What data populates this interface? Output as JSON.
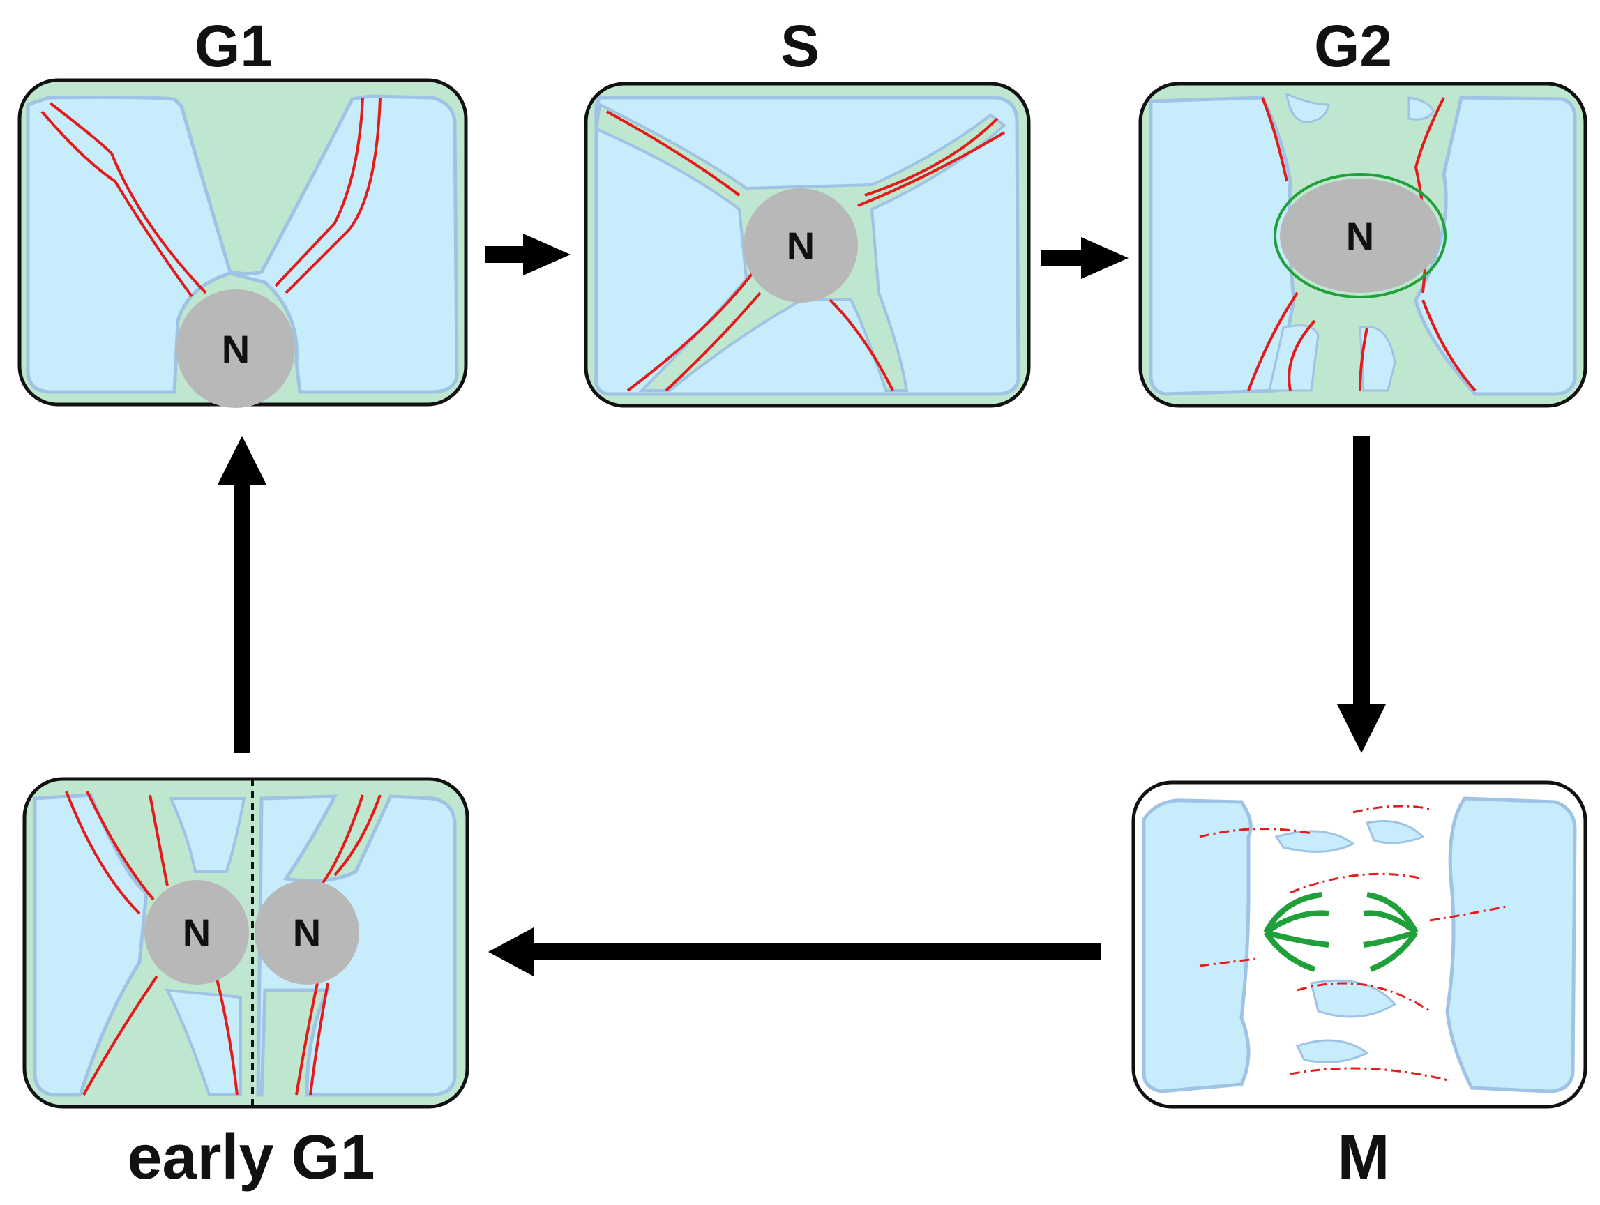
{
  "stages": {
    "g1": {
      "label": "G1",
      "nucleus": "N"
    },
    "s": {
      "label": "S",
      "nucleus": "N"
    },
    "g2": {
      "label": "G2",
      "nucleus": "N"
    },
    "m": {
      "label": "M"
    },
    "early_g1": {
      "label": "early G1",
      "nucleus_left": "N",
      "nucleus_right": "N"
    }
  },
  "colors": {
    "vacuole": "#c7ecfb",
    "vacuole_edge": "#9fc3e4",
    "cytoplasm": "#bfe6cf",
    "actin": "#e41b1b",
    "nucleus": "#b8b8b8",
    "nuclear_envelope": "#1fa03a",
    "spindle": "#1fa03a",
    "cell_wall": "#111111",
    "arrow": "#000000"
  }
}
